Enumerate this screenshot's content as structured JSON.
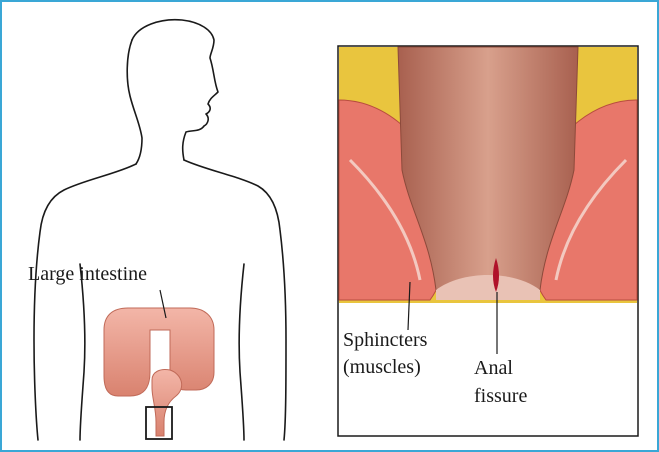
{
  "labels": {
    "large_intestine": "Large intestine",
    "sphincters_line1": "Sphincters",
    "sphincters_line2": "(muscles)",
    "anal_line1": "Anal",
    "anal_line2": "fissure"
  },
  "colors": {
    "frame_border": "#3aa7d6",
    "body_outline": "#1a1a1a",
    "intestine": "#e79a8c",
    "muscle": "#e8776a",
    "fat": "#e9c53e",
    "canal": "#c27d6b",
    "fissure": "#b0122a"
  }
}
